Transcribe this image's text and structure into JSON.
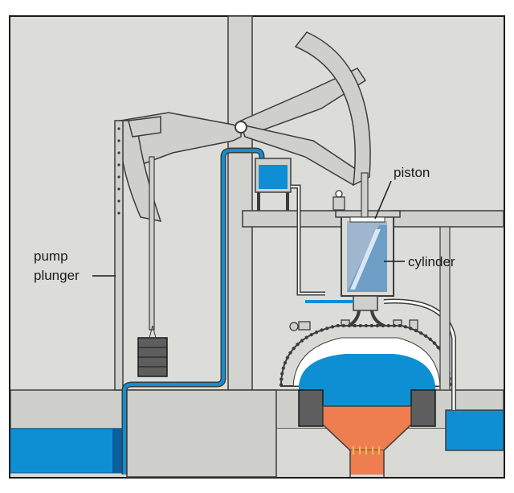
{
  "labels": {
    "pump_line1": "pump",
    "pump_line2": "plunger",
    "piston": "piston",
    "cylinder": "cylinder"
  },
  "colors": {
    "background": "#d9d9d6",
    "outline": "#3c3c3c",
    "frame": "#1a1a1a",
    "metal": "#c9c9c6",
    "dark_metal": "#5e5e5e",
    "water": "#0f8fd3",
    "water_dark": "#0b5f9e",
    "fire": "#ee7d4f",
    "cylinder_glass": "#9fb6cf",
    "steam": "#ffffff"
  },
  "icons": [
    "beam-icon",
    "weight-icon",
    "cylinder-icon",
    "boiler-icon",
    "fire-icon",
    "valve-icon"
  ]
}
